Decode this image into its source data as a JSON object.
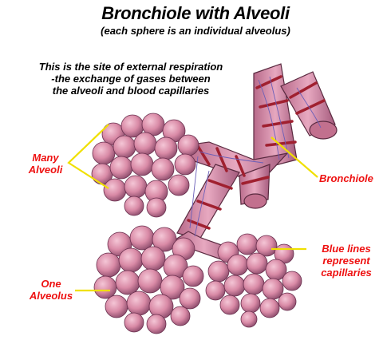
{
  "title": "Bronchiole with Alveoli",
  "subtitle": "(each sphere is an individual alveolus)",
  "description": [
    "This is the site of external respiration",
    "-the exchange of gases between",
    "the alveoli and blood capillaries"
  ],
  "labels": {
    "many_alveoli": [
      "Many",
      "Alveoli"
    ],
    "bronchiole": "Bronchiole",
    "blue_lines": [
      "Blue lines",
      "represent",
      "capillaries"
    ],
    "one_alveolus": [
      "One",
      "Alveolus"
    ]
  },
  "colors": {
    "tissue_pink": "#d98aa6",
    "tissue_shadow": "#8a4a6a",
    "capillary_blue": "#6b5fb8",
    "vessel_red": "#a02030",
    "pointer_yellow": "#f0e000",
    "label_red": "#ee1111"
  }
}
